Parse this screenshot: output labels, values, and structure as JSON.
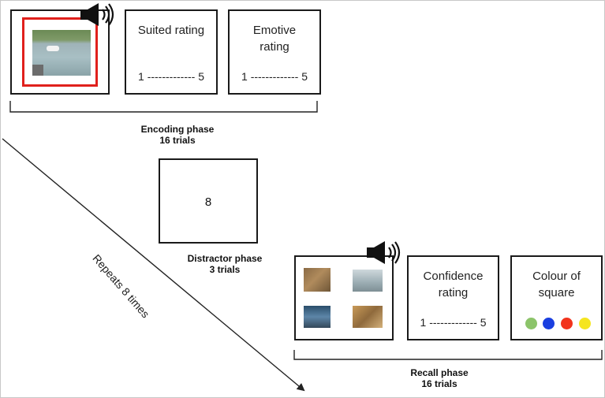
{
  "encoding": {
    "box2_title": "Suited rating",
    "box2_scale": "1 ------------- 5",
    "box3_title_line1": "Emotive",
    "box3_title_line2": "rating",
    "box3_scale": "1 ------------- 5",
    "label_line1": "Encoding phase",
    "label_line2": "16 trials"
  },
  "distractor": {
    "number": "8",
    "label_line1": "Distractor phase",
    "label_line2": "3 trials"
  },
  "recall": {
    "box2_title_line1": "Confidence",
    "box2_title_line2": "rating",
    "box2_scale": "1 ------------- 5",
    "box3_title_line1": "Colour of",
    "box3_title_line2": "square",
    "label_line1": "Recall phase",
    "label_line2": "16 trials",
    "dot_colors": [
      "#8cc46a",
      "#1a3fe0",
      "#f2331c",
      "#f5e51f"
    ]
  },
  "repeat_label": "Repeats 8 times",
  "icons": [
    "speaker-icon",
    "speaker-icon"
  ],
  "colors": {
    "highlight": "#e0201c",
    "box_border": "#1a1a1a"
  }
}
